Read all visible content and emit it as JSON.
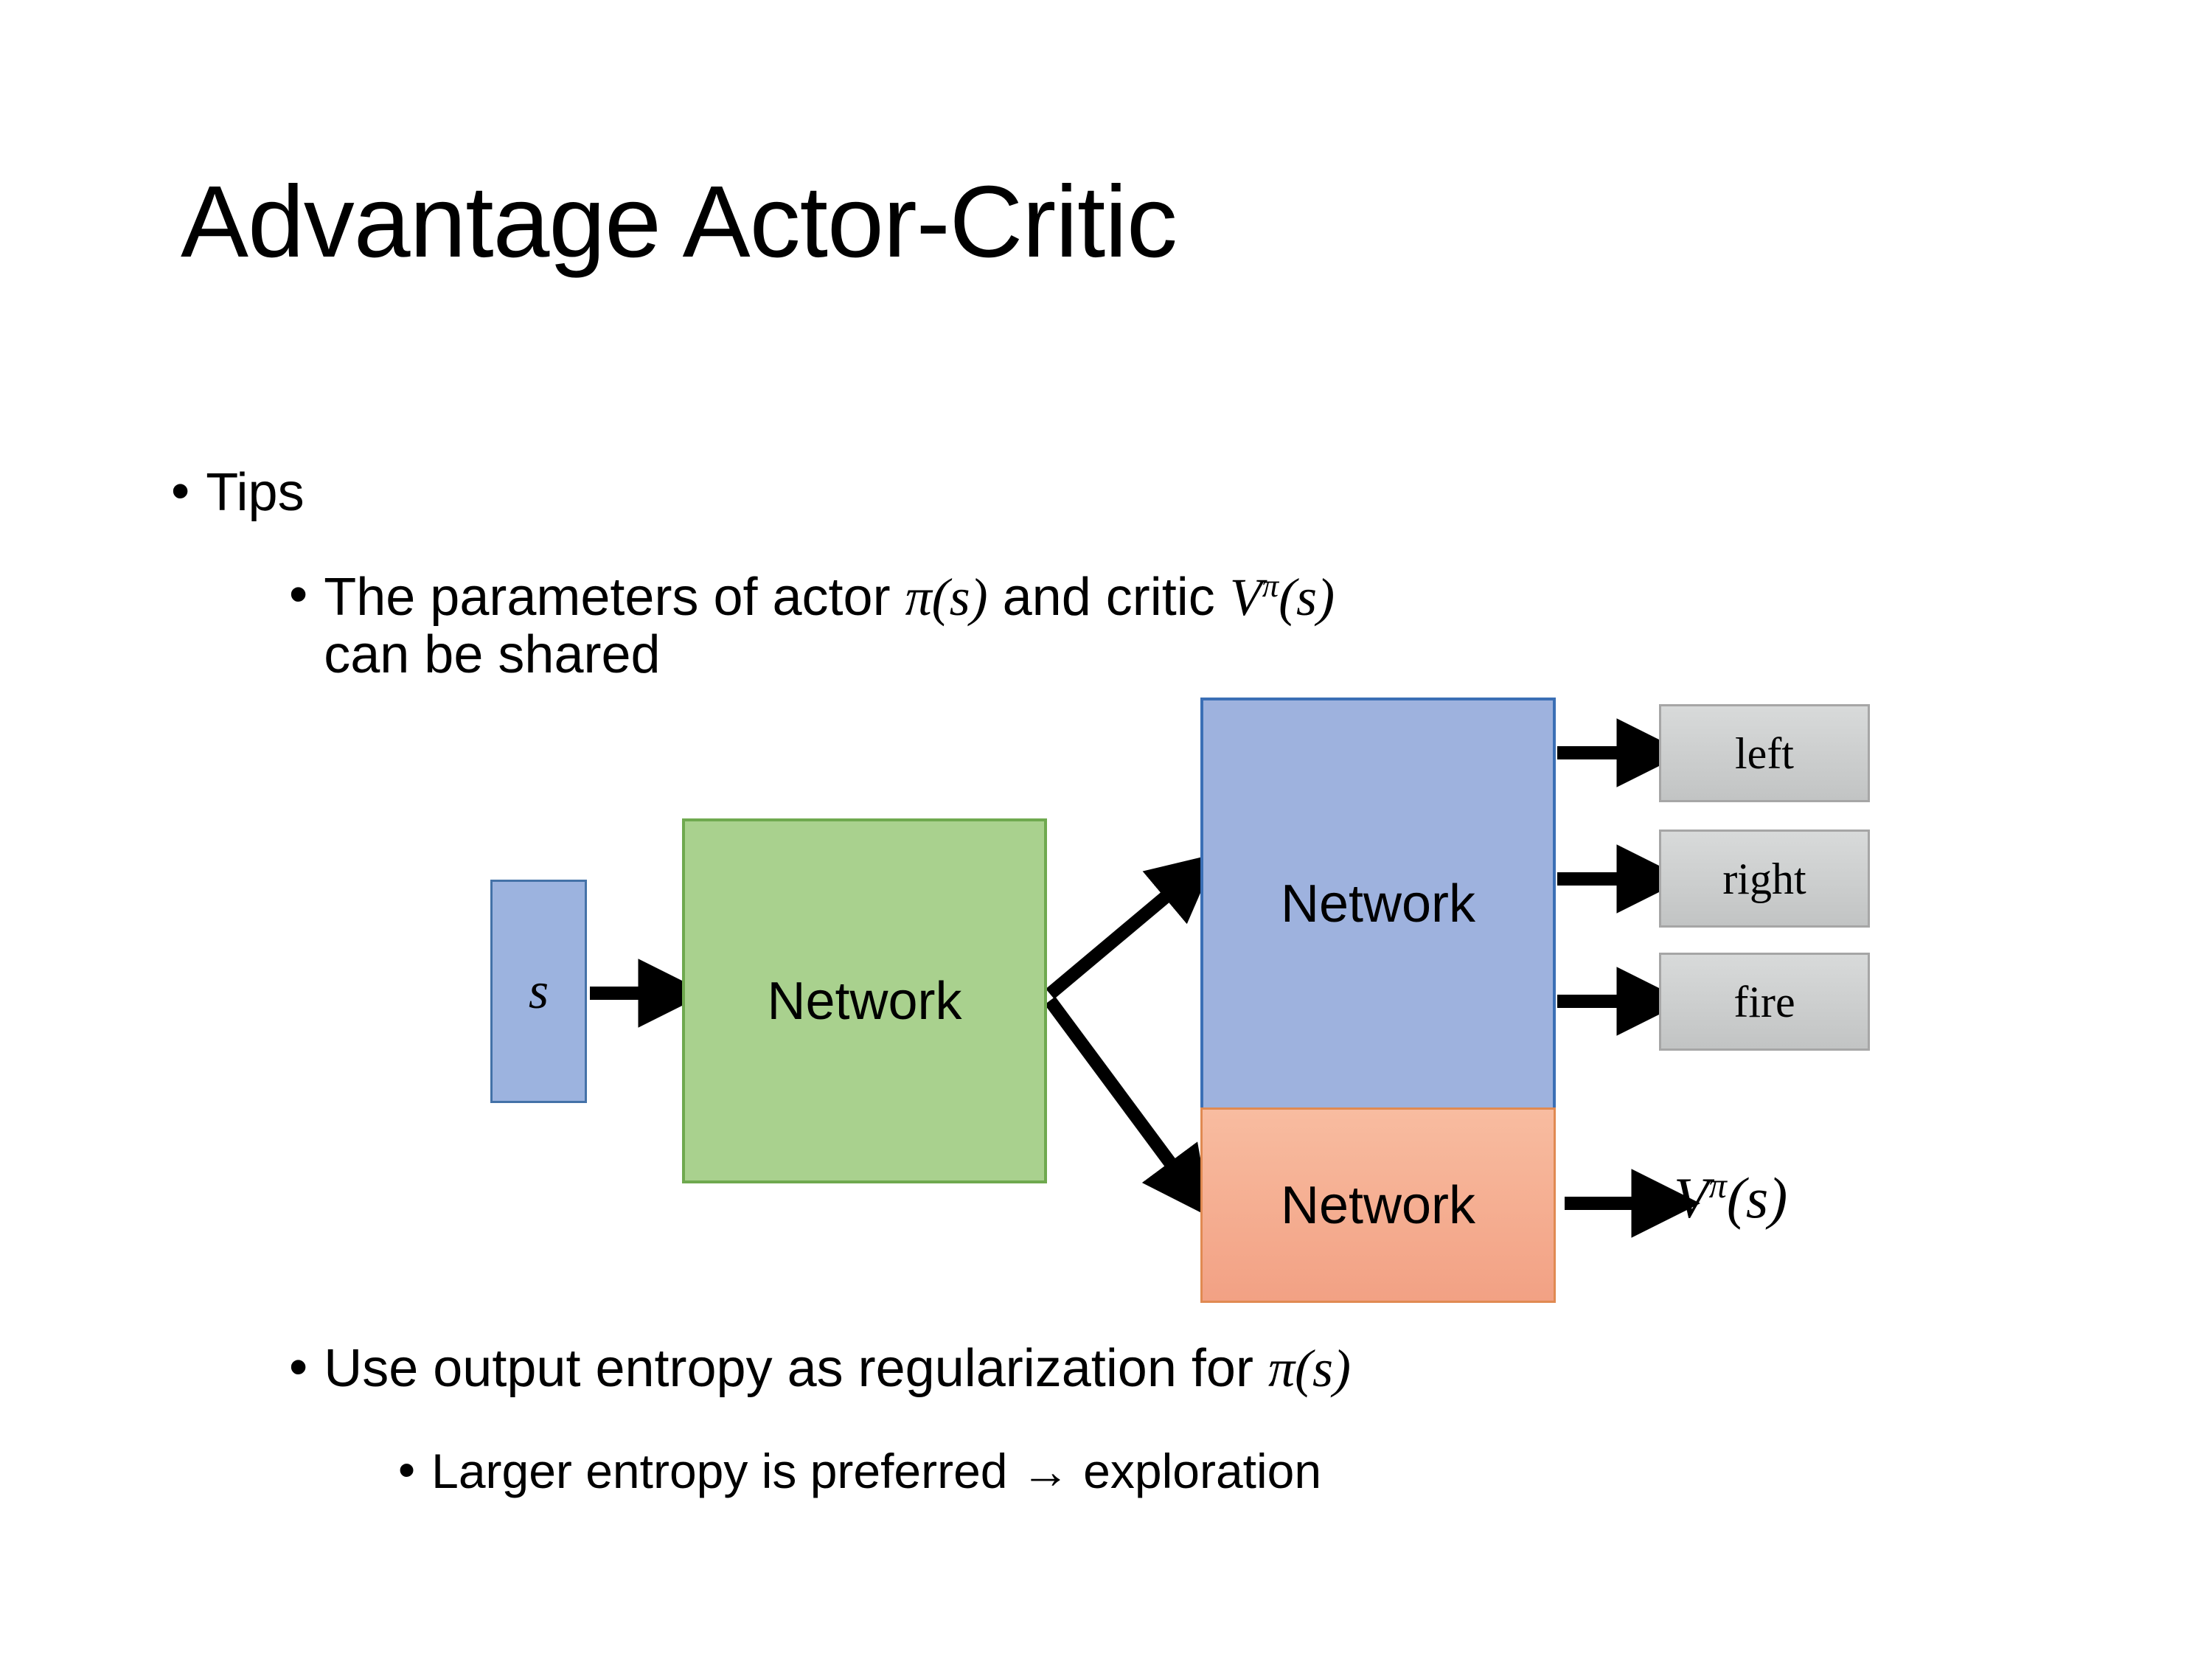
{
  "slide": {
    "title": "Advantage Actor-Critic"
  },
  "bullets": {
    "tips": {
      "marker": "•",
      "text": "Tips"
    },
    "parameters": {
      "marker": "•",
      "prefix": "The parameters of actor ",
      "actor_symbol": "π(s)",
      "middle": "  and critic ",
      "critic_symbol_base": "V",
      "critic_symbol_sup": "π",
      "critic_symbol_arg": "(s)",
      "line2": "can be shared"
    },
    "entropy": {
      "marker": "•",
      "prefix": "Use output entropy as regularization for ",
      "symbol": "π(s)"
    },
    "larger": {
      "marker": "•",
      "text": "Larger entropy is preferred → exploration"
    }
  },
  "diagram": {
    "state_node": {
      "label": "s",
      "fill": "#9CB3DF",
      "border": "#4472A8"
    },
    "shared_network": {
      "label": "Network",
      "fill": "#A9D18E",
      "border": "#6FA94F"
    },
    "actor_network": {
      "label": "Network",
      "fill": "#9EB2DE",
      "border": "#3B6FB5"
    },
    "critic_network": {
      "label": "Network",
      "fill": "#F2A184",
      "border": "#E08A52"
    },
    "action_outputs": [
      {
        "label": "left"
      },
      {
        "label": "right"
      },
      {
        "label": "fire"
      }
    ],
    "critic_output": {
      "base": "V",
      "sup": "π",
      "arg": "(s)"
    },
    "arrow_color": "#000000"
  }
}
